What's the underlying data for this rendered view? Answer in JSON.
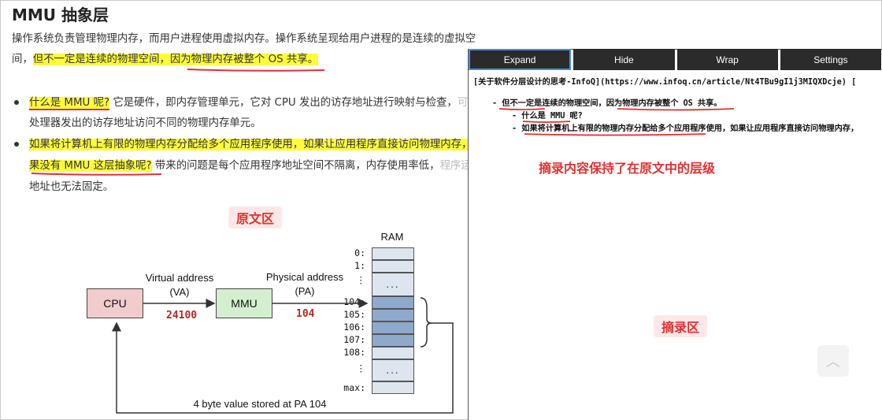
{
  "article": {
    "heading": "MMU 抽象层",
    "p1_line1": "操作系统负责管理物理内存，而用户进程使用虚拟内存。操作系统呈现给用户进程的是连续的虚拟空",
    "p1_line2_pre": "间，",
    "p1_line2_hl": "但不一定是连续的物理空间，因为物理内存被整个 OS 共享。",
    "b1_hl": "什么是 MMU 呢?",
    "b1_rest": " 它是硬件，即内存管理单元，它对 CPU 发出的访存地址进行映射与检查，",
    "b1_fade": "可",
    "b1_line2": "处理器发出的访存地址访问不同的物理内存单元。",
    "b2_hl1": "如果将计算机上有限的物理内存分配给多个应用程序使用，如果让应用程序直接访问物理内存，",
    "b2_fade1": "如",
    "b2_hl2": "果没有 MMU 这层抽象呢?",
    "b2_rest2": " 带来的问题是每个应用程序地址空间不隔离，内存使用率低，",
    "b2_fade2": "程序运行",
    "b2_line3": "地址也无法固定。"
  },
  "diagram": {
    "tag": "原文区",
    "cpu": "CPU",
    "mmu": "MMU",
    "va_label": "Virtual address",
    "va_abbr": "(VA)",
    "va_value": "24100",
    "pa_label": "Physical address",
    "pa_abbr": "(PA)",
    "pa_value": "104",
    "ram_title": "RAM",
    "ram_labels": [
      "0:",
      "1:",
      "⋮",
      "104:",
      "105:",
      "106:",
      "107:",
      "108:",
      "⋮",
      "max:"
    ],
    "ellipsis": "...",
    "bottom_caption": "4 byte value stored at PA 104"
  },
  "panel": {
    "buttons": [
      "Expand",
      "Hide",
      "Wrap",
      "Settings"
    ],
    "ref_line": "[关于软件分层设计的思考-InfoQ](https://www.infoq.cn/article/Nt4TBu9gI1j3MIQXDcje) [",
    "item1": "- 但不一定是连续的物理空间，因为物理内存被整个 OS 共享。",
    "item2": "- 什么是 MMU 呢?",
    "item3": "- 如果将计算机上有限的物理内存分配给多个应用程序使用，如果让应用程序直接访问物理内存，",
    "note": "摘录内容保持了在原文中的层级",
    "tag": "摘录区",
    "scroll_icon": "︿"
  },
  "colors": {
    "highlight": "#fdfb3c",
    "annotation_red": "#e03131",
    "toolbar_bg": "#2b2b2b",
    "active_border": "#4a8fe0",
    "ram_cell": "#dde6ef",
    "ram_selected": "#8ea9cc",
    "cpu_fill": "#f0cccc",
    "mmu_fill": "#d4efcf"
  }
}
